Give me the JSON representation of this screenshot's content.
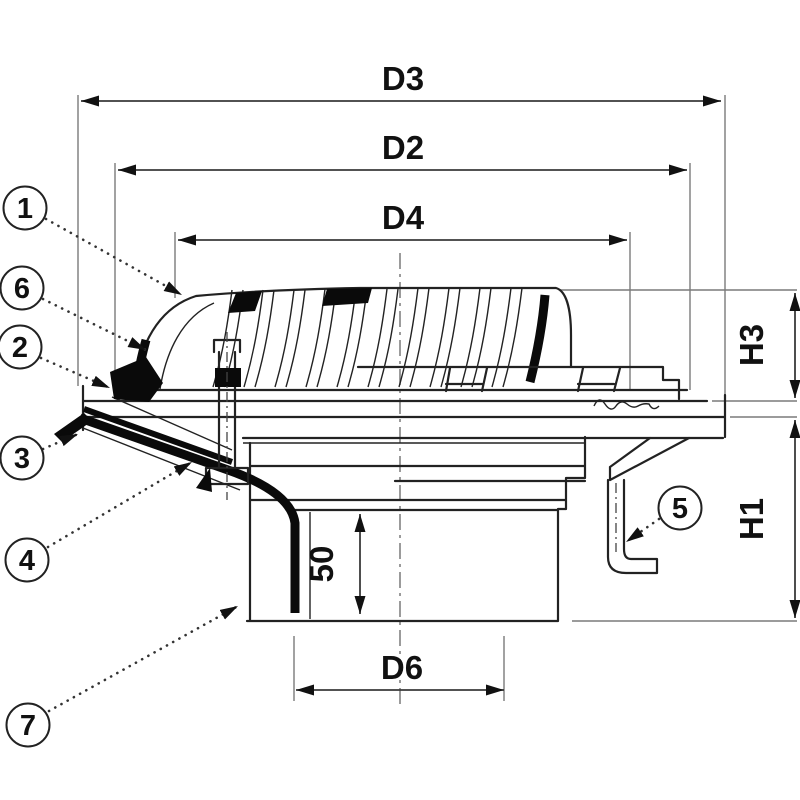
{
  "figure": {
    "kind": "technical line drawing",
    "subject": "Roof drain cross-section with dome strainer, numbered part callouts and dimensions"
  },
  "dimension_labels": {
    "d3": "D3",
    "d2": "D2",
    "d4": "D4",
    "d6": "D6",
    "h3": "H3",
    "h1": "H1",
    "depth": "50"
  },
  "callout_numbers": {
    "n1": "1",
    "n2": "2",
    "n3": "3",
    "n4": "4",
    "n5": "5",
    "n6": "6",
    "n7": "7"
  },
  "colors": {
    "background": "#ffffff",
    "line": "#222222",
    "thin_line": "#7a7a7a",
    "leader": "#333333",
    "fill": "#0a0a0a"
  }
}
